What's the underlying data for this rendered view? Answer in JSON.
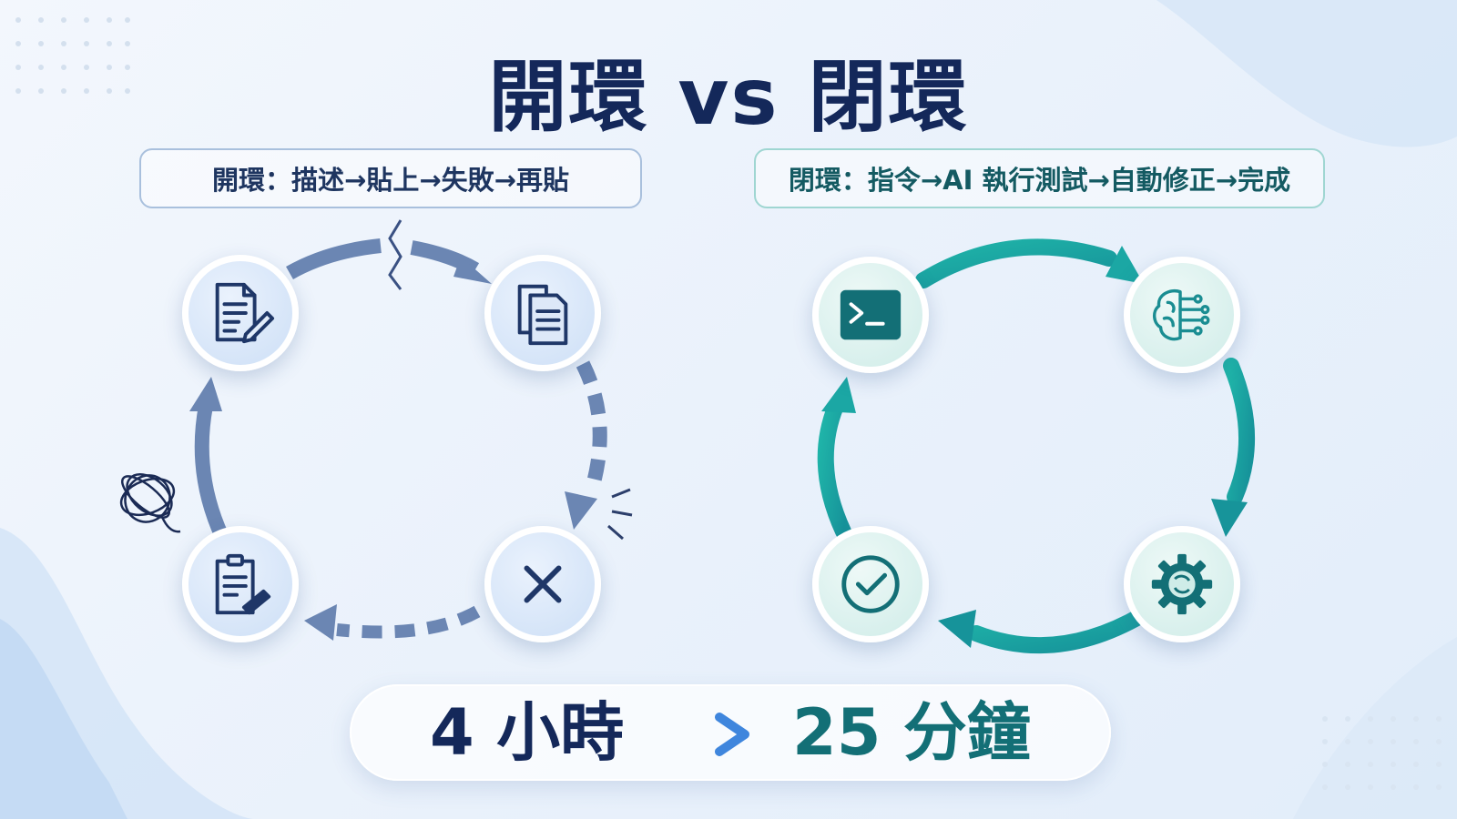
{
  "title": "開環 vs 閉環",
  "open_loop": {
    "flow_label": "開環：描述→貼上→失敗→再貼",
    "nodes": [
      {
        "icon": "document-edit-icon"
      },
      {
        "icon": "copy-paste-icon"
      },
      {
        "icon": "failure-x-icon"
      },
      {
        "icon": "clipboard-check-icon"
      }
    ]
  },
  "closed_loop": {
    "flow_label": "閉環：指令→AI 執行測試→自動修正→完成",
    "nodes": [
      {
        "icon": "terminal-prompt-icon"
      },
      {
        "icon": "ai-brain-circuit-icon"
      },
      {
        "icon": "gear-auto-fix-icon"
      },
      {
        "icon": "check-circle-icon"
      }
    ]
  },
  "result": {
    "before": "4 小時",
    "after": "25 分鐘"
  },
  "colors": {
    "navy": "#14285a",
    "open_arrow": "#6b86b3",
    "teal": "#1c9c9a",
    "teal_dark": "#136f76"
  }
}
